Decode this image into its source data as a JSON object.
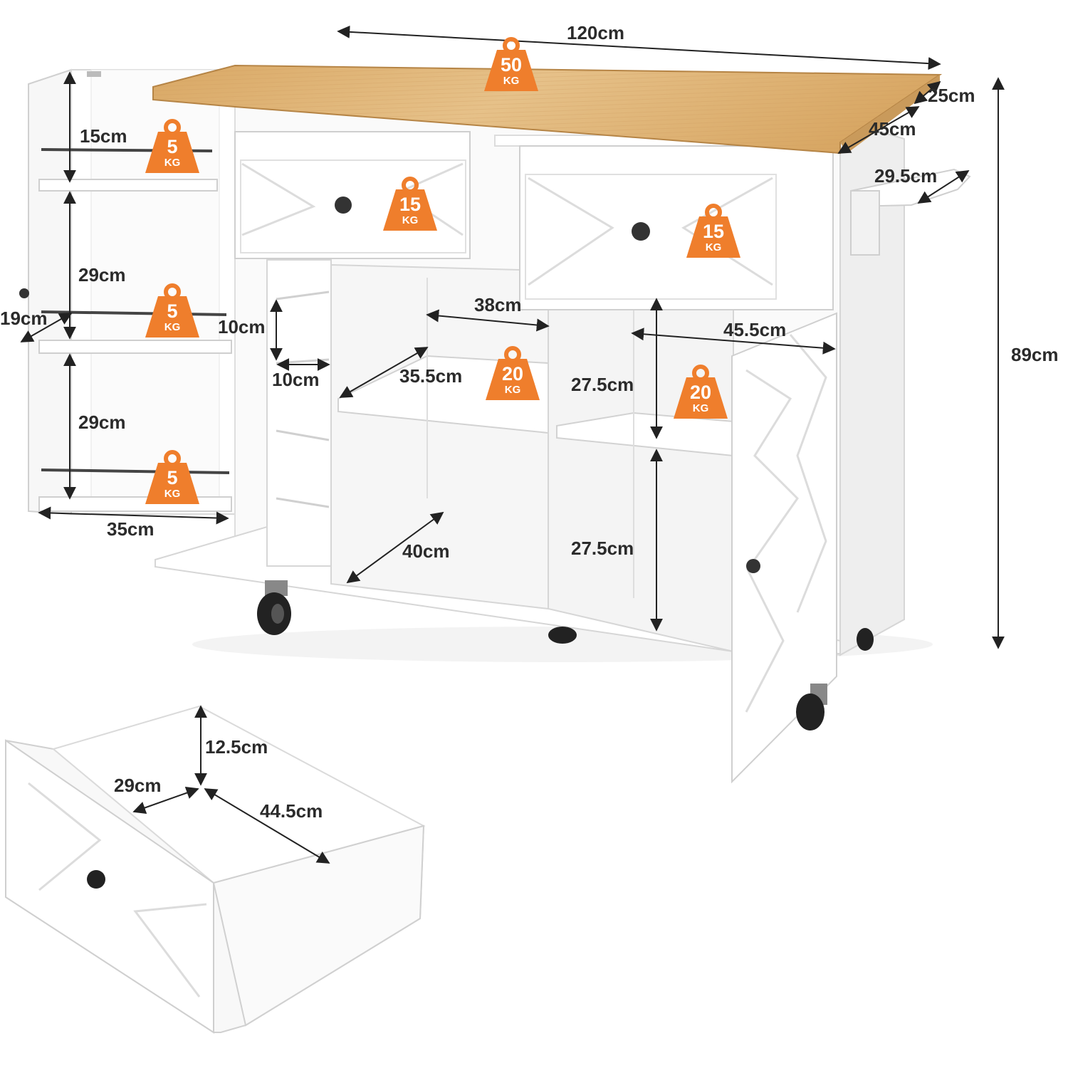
{
  "dimensions": {
    "top_width": "120cm",
    "leaf_depth": "25cm",
    "top_depth": "45cm",
    "towel_rack": "29.5cm",
    "total_height": "89cm",
    "side_upper_gap": "15cm",
    "side_middle_gap": "29cm",
    "side_lower_gap": "29cm",
    "side_shelf_depth": "19cm",
    "side_width": "35cm",
    "wine_cell_height": "10cm",
    "wine_cell_width": "10cm",
    "center_shelf_width": "38cm",
    "center_shelf_depth": "35.5cm",
    "center_bottom_depth": "40cm",
    "right_cabinet_width": "45.5cm",
    "right_upper_height": "27.5cm",
    "right_lower_height": "27.5cm",
    "drawer_height": "12.5cm",
    "drawer_width": "29cm",
    "drawer_depth": "44.5cm"
  },
  "weights": {
    "top": {
      "value": "50",
      "unit": "KG"
    },
    "side_shelf_1": {
      "value": "5",
      "unit": "KG"
    },
    "side_shelf_2": {
      "value": "5",
      "unit": "KG"
    },
    "side_shelf_3": {
      "value": "5",
      "unit": "KG"
    },
    "drawer_left": {
      "value": "15",
      "unit": "KG"
    },
    "drawer_right": {
      "value": "15",
      "unit": "KG"
    },
    "center_shelf": {
      "value": "20",
      "unit": "KG"
    },
    "right_shelf": {
      "value": "20",
      "unit": "KG"
    }
  },
  "colors": {
    "badge": "#ef7e2c",
    "wood": "#dcb071",
    "cabinet": "#ffffff",
    "edge": "#d6d6d6",
    "dimension_line": "#222222"
  }
}
